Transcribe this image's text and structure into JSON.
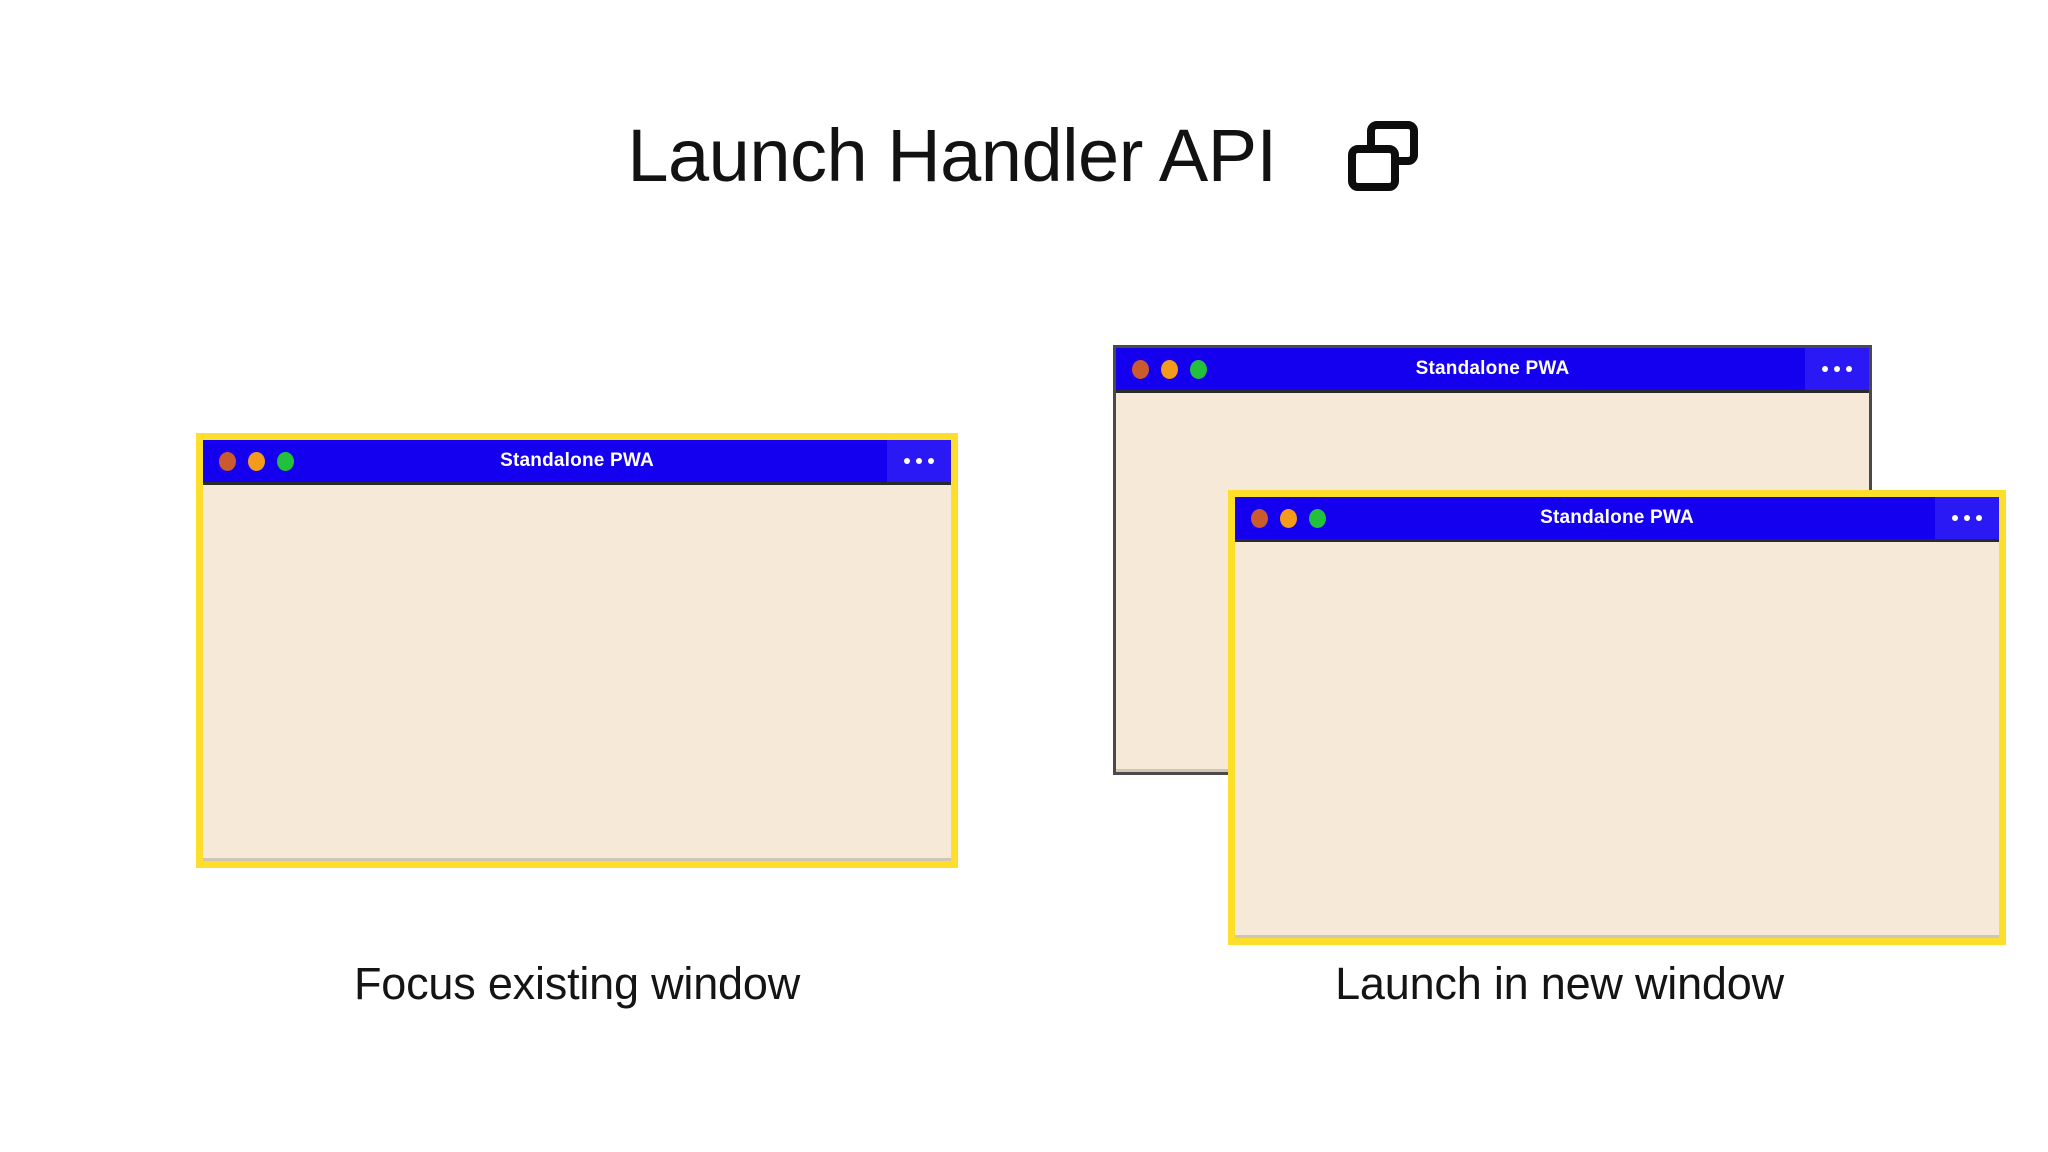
{
  "slide": {
    "title": "Launch Handler API",
    "title_icon": "windows-overlap-icon",
    "background_color": "#FFFFFF"
  },
  "theme": {
    "titlebar_blue": "#1400EE",
    "menu_blue": "#2A19F4",
    "window_body_cream": "#F7E9D8",
    "highlight_yellow": "#FCDE2B",
    "plain_border_gray": "#4A4A4A",
    "dot_close": "#CB5A2E",
    "dot_minimize": "#F49B1C",
    "dot_maximize": "#22C03C",
    "title_text": "#111111"
  },
  "groups": [
    {
      "id": "focus-existing",
      "caption": "Focus existing window",
      "windows": [
        {
          "id": "win-focus",
          "title": "Standalone PWA",
          "highlighted": true,
          "menu_icon": "more-options-icon",
          "buttons": [
            "close-dot",
            "minimize-dot",
            "maximize-dot"
          ]
        }
      ]
    },
    {
      "id": "launch-new",
      "caption": "Launch in new window",
      "windows": [
        {
          "id": "win-new-back",
          "title": "Standalone PWA",
          "highlighted": false,
          "menu_icon": "more-options-icon",
          "buttons": [
            "close-dot",
            "minimize-dot",
            "maximize-dot"
          ]
        },
        {
          "id": "win-new-front",
          "title": "Standalone PWA",
          "highlighted": true,
          "menu_icon": "more-options-icon",
          "buttons": [
            "close-dot",
            "minimize-dot",
            "maximize-dot"
          ]
        }
      ]
    }
  ]
}
